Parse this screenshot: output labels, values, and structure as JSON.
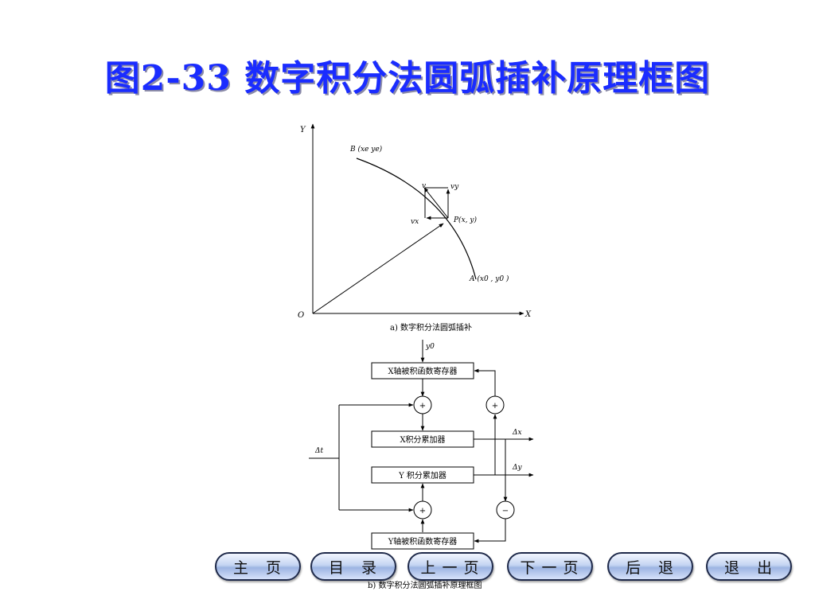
{
  "slide": {
    "title": "图2-33 数字积分法圆弧插补原理框图"
  },
  "diagram_a": {
    "axis_y": "Y",
    "axis_x": "X",
    "origin": "O",
    "point_b": "B (xe ye)",
    "point_p": "P(x, y)",
    "point_a": "A (x0 , y0 )",
    "vec_v": "v",
    "vec_vy": "vy",
    "vec_vx": "vx",
    "caption": "a)  数字积分法圆弧插补"
  },
  "diagram_b": {
    "input_y0": "y0",
    "box_x_reg": "X轴被积函数寄存器",
    "box_x_acc": "X积分累加器",
    "box_y_acc": "Y 积分累加器",
    "box_y_reg": "Y轴被积函数寄存器",
    "plus_sign": "+",
    "minus_sign": "−",
    "input_dt": "Δt",
    "out_dx": "Δx",
    "out_dy": "Δy",
    "caption": "b)  数字积分法圆弧插补原理框图"
  },
  "nav": {
    "home": "主 页",
    "contents": "目 录",
    "prev": "上一页",
    "next": "下一页",
    "back": "后 退",
    "exit": "退 出"
  },
  "colors": {
    "title": "#1a2cff",
    "button_border": "#1f2a4a",
    "button_fill": "#c4d4f2"
  }
}
